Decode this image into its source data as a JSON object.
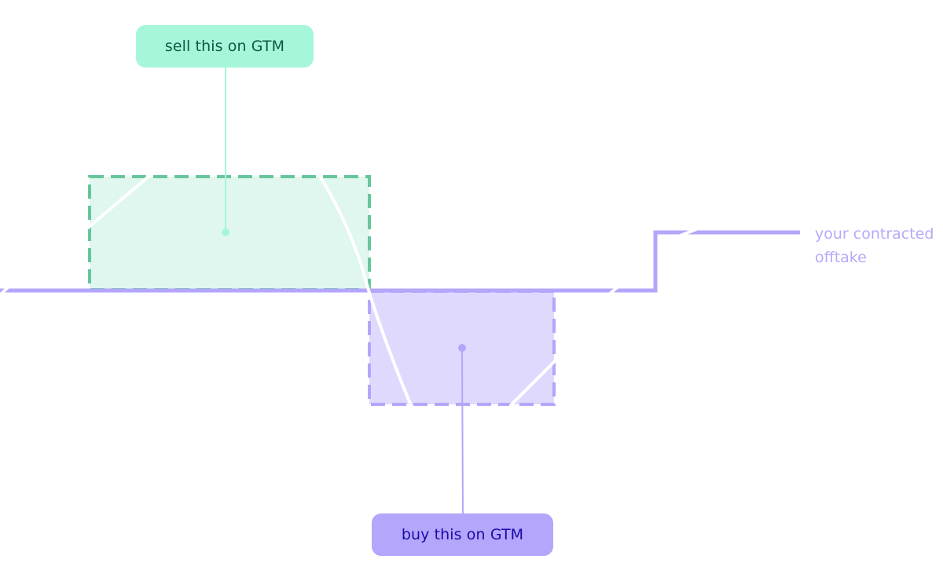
{
  "callouts": {
    "sell": "sell this on GTM",
    "buy": "buy this on GTM"
  },
  "offtake_label": {
    "line1": "your contracted",
    "line2": "offtake"
  },
  "colors": {
    "offtake_line": "#b3a6fb",
    "sell_fill": "#dff7ee",
    "sell_border": "#66c69b",
    "sell_callout": "#a6f7d9",
    "sell_text": "#0c5a43",
    "buy_fill": "#dfdafd",
    "buy_border": "#b3a6fb",
    "buy_callout": "#b3a6fb",
    "buy_text": "#1a0aa6",
    "production_curve": "#ffffff"
  }
}
